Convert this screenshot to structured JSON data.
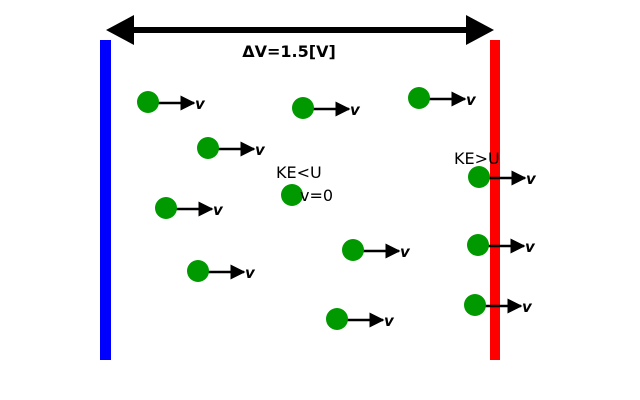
{
  "diagram": {
    "voltage_label": "ΔV=1.5[V]",
    "left_plate_color": "#0000ff",
    "right_plate_color": "#ff0000",
    "particle_color": "#009900",
    "arrow_color": "#000000",
    "velocity_symbol": "v",
    "mid_label": "KE<U",
    "mid_particle_label": "v=0",
    "right_label": "KE>U"
  }
}
